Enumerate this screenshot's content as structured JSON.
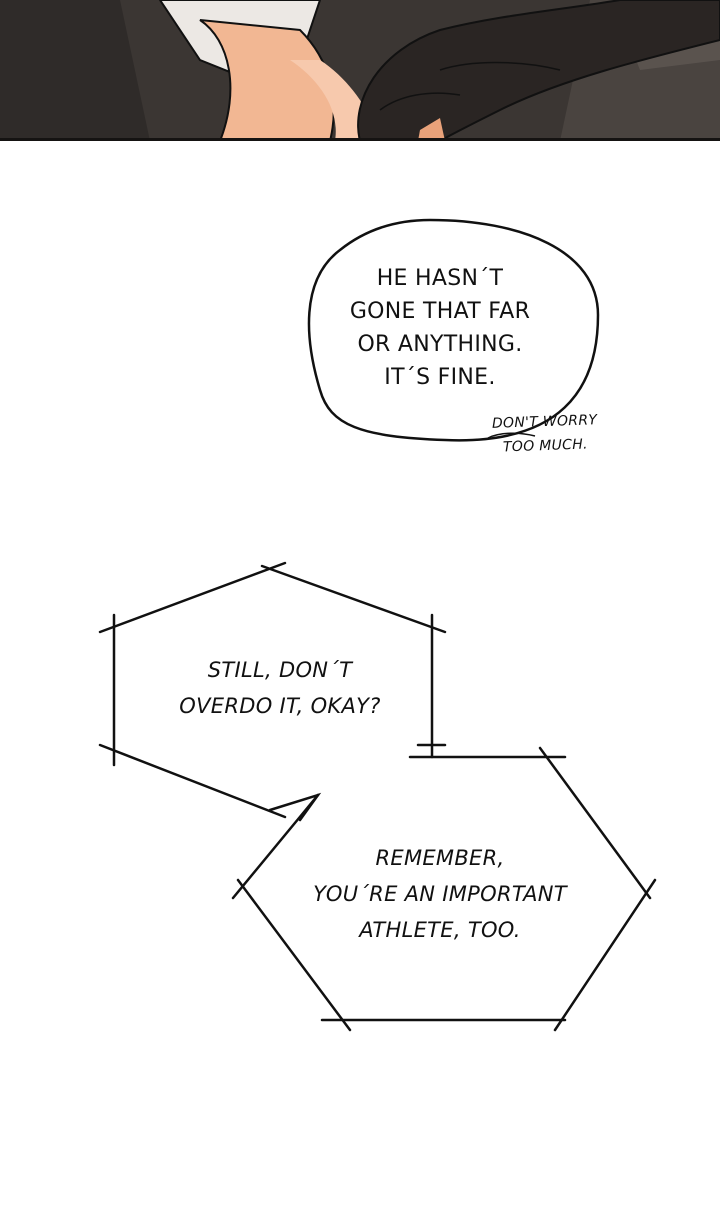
{
  "panel": {
    "colors": {
      "background": "#3b3633",
      "shadow": "#1f1c1a",
      "skin": "#f2b793",
      "skin_glow": "#f7c9ad",
      "shirt": "#ece8e4",
      "dark_figure": "#2a2523",
      "seat": "#4a4440"
    }
  },
  "bubbles": {
    "round": {
      "lines": [
        "HE HASN´T",
        "GONE THAT FAR",
        "OR ANYTHING.",
        "IT´S FINE."
      ]
    },
    "aside": {
      "lines": [
        "DON'T WORRY",
        "TOO MUCH."
      ]
    },
    "hex_left": {
      "lines": [
        "STILL, DON´T",
        "OVERDO IT, OKAY?"
      ]
    },
    "hex_right": {
      "lines": [
        "REMEMBER,",
        "YOU´RE AN IMPORTANT",
        "ATHLETE, TOO."
      ]
    }
  }
}
